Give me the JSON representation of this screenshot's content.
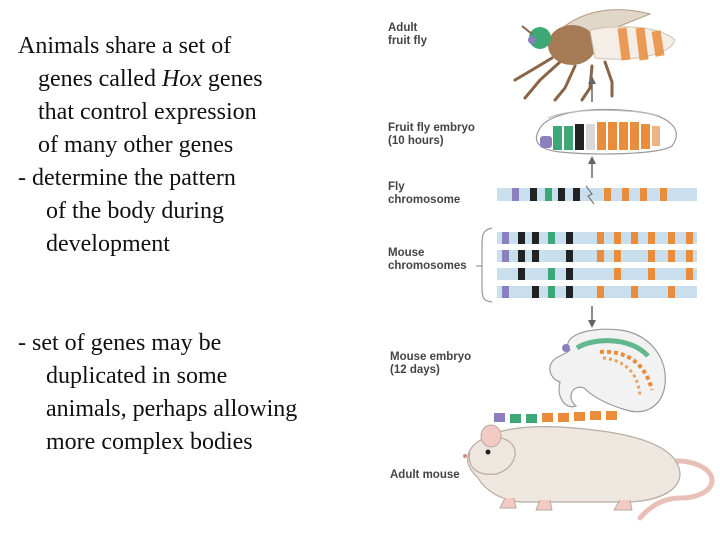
{
  "text": {
    "line1": "Animals share a set of",
    "line2_prefix": "genes called ",
    "line2_hox": "Hox",
    "line2_suffix": " genes",
    "line3": "that control expression",
    "line4": "of many other genes",
    "line5": "- determine the pattern",
    "line6": "of the body during",
    "line7": "development",
    "line8": "- set of genes may be",
    "line9": "duplicated in some",
    "line10": "animals, perhaps allowing",
    "line11": "more complex bodies"
  },
  "diagram": {
    "adult_fly": [
      "Adult",
      "fruit fly"
    ],
    "fly_embryo": [
      "Fruit fly embryo",
      "(10 hours)"
    ],
    "fly_chromosome": [
      "Fly",
      "chromosome"
    ],
    "mouse_chromosomes": [
      "Mouse",
      "chromosomes"
    ],
    "mouse_embryo": [
      "Mouse embryo",
      "(12 days)"
    ],
    "adult_mouse": "Adult mouse"
  },
  "colors": {
    "purple": "#8b7fbf",
    "green": "#3da876",
    "black": "#222222",
    "orange": "#e98c3c",
    "chromosome": "#c9dfee",
    "fly_body": "#a57a55"
  }
}
